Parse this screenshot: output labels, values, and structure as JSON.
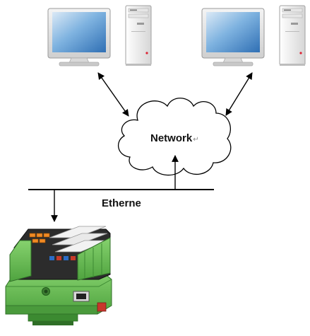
{
  "diagram": {
    "network_label": "Network",
    "network_mark": "↵",
    "ethernet_label": "Etherne",
    "nodes": [
      {
        "id": "pc-left",
        "kind": "computer-with-monitor-and-tower"
      },
      {
        "id": "pc-right",
        "kind": "computer-with-monitor-and-tower"
      },
      {
        "id": "network",
        "kind": "cloud"
      },
      {
        "id": "ethernet",
        "kind": "bus-line"
      },
      {
        "id": "plc",
        "kind": "green-io-controller-module"
      }
    ],
    "edges": [
      {
        "from": "pc-left",
        "to": "network",
        "arrows": "both"
      },
      {
        "from": "pc-right",
        "to": "network",
        "arrows": "both"
      },
      {
        "from": "ethernet",
        "to": "network",
        "arrows": "end"
      },
      {
        "from": "ethernet",
        "to": "plc",
        "arrows": "end"
      }
    ],
    "colors": {
      "module_green": "#6fc25a",
      "module_dark_green": "#3f8f34",
      "monitor_screen": "#6fa6d6",
      "connector_orange": "#f08a24"
    }
  }
}
